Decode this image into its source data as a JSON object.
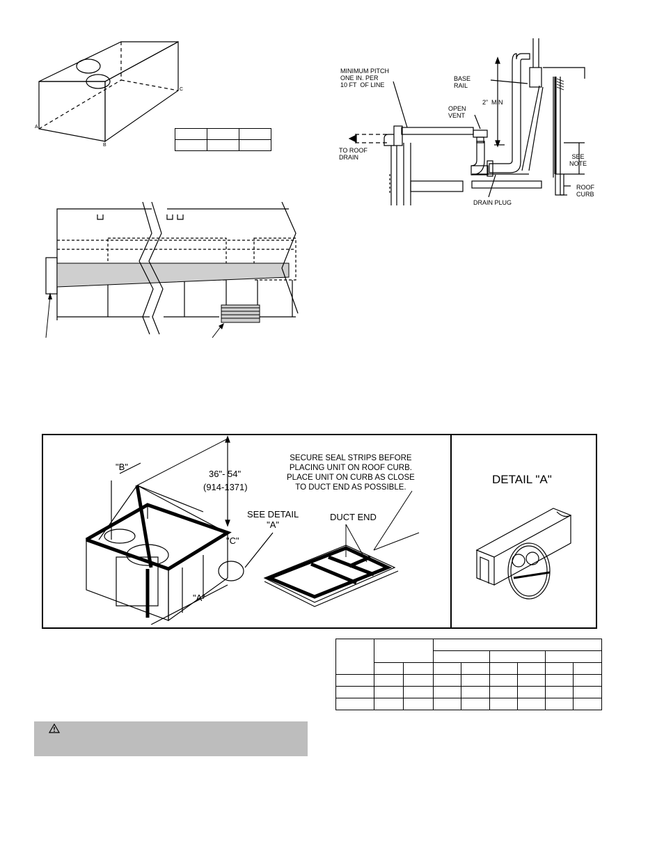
{
  "fig_box": {
    "corners": {
      "a": "A",
      "b": "B",
      "c": "C"
    }
  },
  "fig_drain": {
    "min_pitch": "MINIMUM PITCH\nONE IN. PER\n10 FT  OF LINE",
    "base_rail": "BASE\nRAIL",
    "open_vent": "OPEN\nVENT",
    "two_in_min": "2”  MIN",
    "to_roof_drain": "TO ROOF\nDRAIN",
    "see_note": "SEE\nNOTE",
    "drain_plug": "DRAIN PLUG",
    "roof_curb": "ROOF\nCURB"
  },
  "fig_rigging": {
    "label_b": "\"B\"",
    "height_range": "36\"- 54\"",
    "height_range_mm": "(914-1371)",
    "label_c": "\"C\"",
    "label_a": "\"A\"",
    "see_detail": "SEE DETAIL\n\"A\"",
    "secure_note": "SECURE SEAL STRIPS BEFORE\nPLACING UNIT ON ROOF CURB.\nPLACE UNIT ON CURB AS CLOSE\nTO DUCT END AS POSSIBLE.",
    "duct_end": "DUCT END",
    "detail_title": "DETAIL \"A\""
  },
  "warning": {
    "icon": "warning-triangle-icon"
  }
}
